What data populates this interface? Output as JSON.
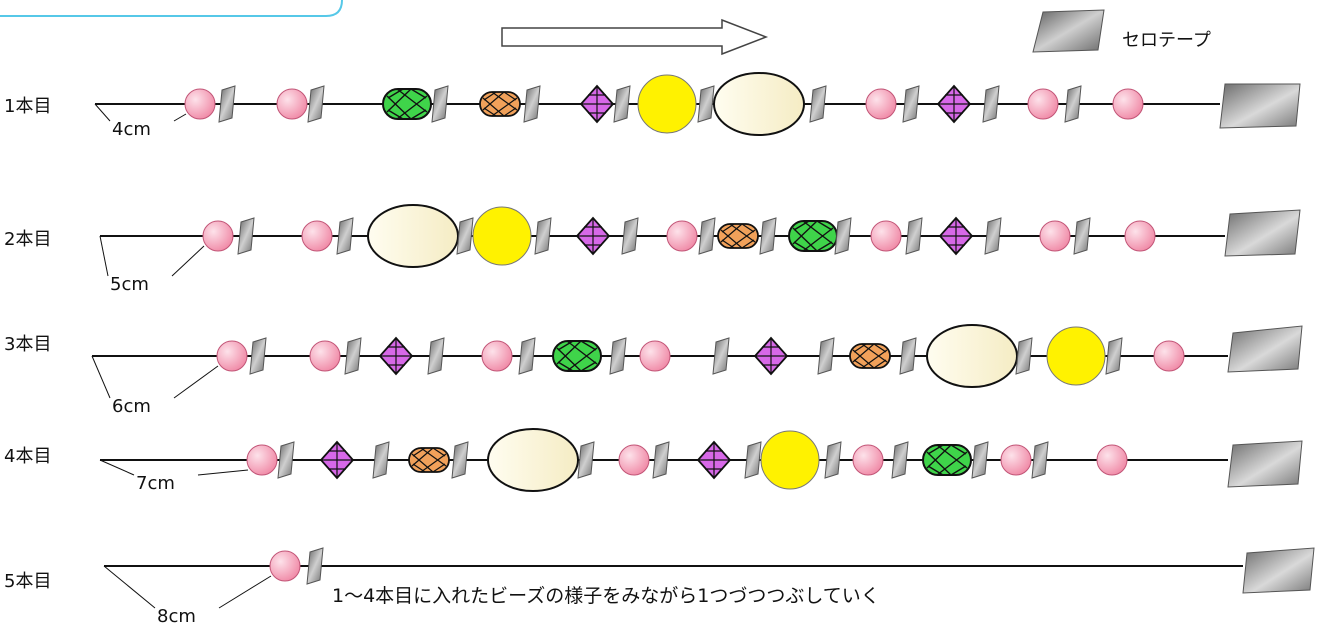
{
  "legend": {
    "label": "セロテープ",
    "icon": "tape-icon"
  },
  "note": "1～4本目に入れたビーズの様子をみながら1つづつつぶしていく",
  "colors": {
    "pink": "#f39cb4",
    "green": "#3fd44a",
    "orange": "#f1a15a",
    "purple": "#d768e8",
    "yellow": "#fff200",
    "cream": "#fbf6de",
    "tape": "#8e8e8e",
    "frame": "#56c8e8"
  },
  "rows": [
    {
      "label": "1本目",
      "tail_length": "4cm",
      "beads": [
        "pink",
        "tape",
        "pink",
        "tape",
        "green",
        "tape",
        "orange",
        "tape",
        "purple",
        "tape",
        "yellow",
        "tape",
        "cream",
        "tape",
        "pink",
        "tape",
        "purple",
        "tape",
        "pink",
        "tape",
        "pink"
      ]
    },
    {
      "label": "2本目",
      "tail_length": "5cm",
      "beads": [
        "pink",
        "tape",
        "pink",
        "tape",
        "cream",
        "tape",
        "yellow",
        "tape",
        "purple",
        "tape",
        "pink",
        "tape",
        "orange",
        "tape",
        "green",
        "tape",
        "pink",
        "tape",
        "purple",
        "tape",
        "pink",
        "tape",
        "pink"
      ]
    },
    {
      "label": "3本目",
      "tail_length": "6cm",
      "beads": [
        "pink",
        "tape",
        "pink",
        "tape",
        "purple",
        "tape",
        "pink",
        "tape",
        "green",
        "tape",
        "pink",
        "tape",
        "purple",
        "tape",
        "orange",
        "tape",
        "cream",
        "tape",
        "yellow",
        "tape",
        "pink"
      ]
    },
    {
      "label": "4本目",
      "tail_length": "7cm",
      "beads": [
        "pink",
        "tape",
        "purple",
        "tape",
        "orange",
        "tape",
        "cream",
        "tape",
        "pink",
        "tape",
        "purple",
        "tape",
        "yellow",
        "tape",
        "pink",
        "tape",
        "green",
        "tape",
        "pink",
        "tape",
        "pink"
      ]
    },
    {
      "label": "5本目",
      "tail_length": "8cm",
      "beads": [
        "pink",
        "tape"
      ]
    }
  ]
}
